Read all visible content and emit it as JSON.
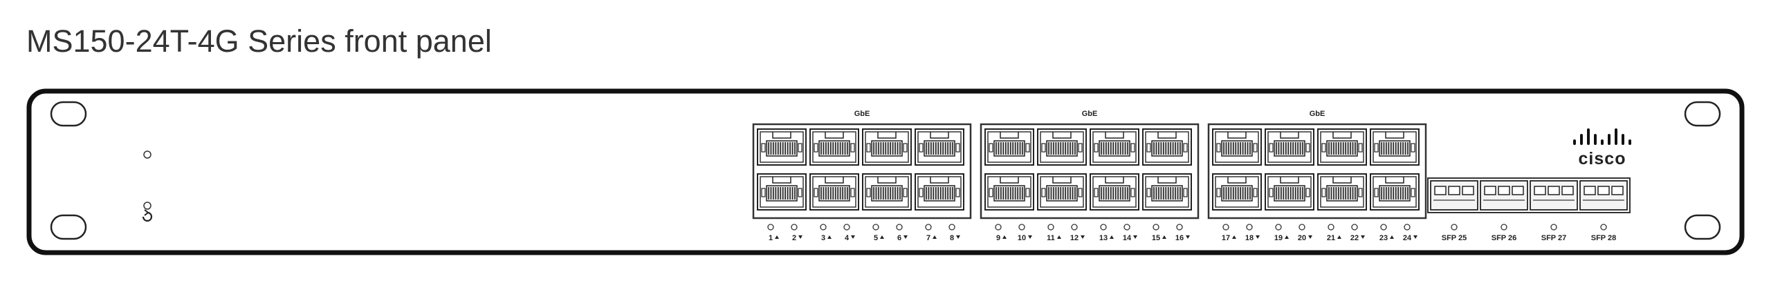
{
  "page": {
    "title": "MS150-24T-4G Series front panel"
  },
  "device": {
    "vendor_logo_text": "CISCO",
    "groups": [
      {
        "label": "GbE",
        "top_ports": [
          "1",
          "3",
          "5",
          "7"
        ],
        "bottom_ports": [
          "2",
          "4",
          "6",
          "8"
        ]
      },
      {
        "label": "GbE",
        "top_ports": [
          "9",
          "11",
          "13",
          "15"
        ],
        "bottom_ports": [
          "10",
          "12",
          "14",
          "16"
        ]
      },
      {
        "label": "GbE",
        "top_ports": [
          "17",
          "19",
          "21",
          "23"
        ],
        "bottom_ports": [
          "18",
          "20",
          "22",
          "24"
        ]
      }
    ],
    "port_labels": [
      "1",
      "2",
      "3",
      "4",
      "5",
      "6",
      "7",
      "8",
      "9",
      "10",
      "11",
      "12",
      "13",
      "14",
      "15",
      "16",
      "17",
      "18",
      "19",
      "20",
      "21",
      "22",
      "23",
      "24"
    ],
    "sfp_labels": [
      "SFP 25",
      "SFP 26",
      "SFP 27",
      "SFP 28"
    ],
    "icons": {
      "reset": "reset-icon",
      "status_led": "status-led-icon",
      "logo": "cisco-logo-icon"
    }
  }
}
